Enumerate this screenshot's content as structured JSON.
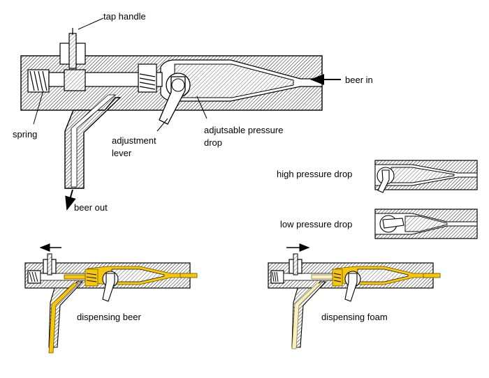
{
  "labels": {
    "tap_handle": "tap handle",
    "beer_in": "beer in",
    "spring": "spring",
    "adjustment_lever_1": "adjustment",
    "adjustment_lever_2": "lever",
    "pressure_drop_1": "adjutsable pressure",
    "pressure_drop_2": "drop",
    "beer_out": "beer out",
    "high_pressure_drop": "high pressure drop",
    "low_pressure_drop": "low pressure drop",
    "dispensing_beer": "dispensing beer",
    "dispensing_foam": "dispensing foam"
  },
  "colors": {
    "beer": "#f6c60a",
    "foam": "#f7f0c4",
    "hatch": "#000000"
  }
}
